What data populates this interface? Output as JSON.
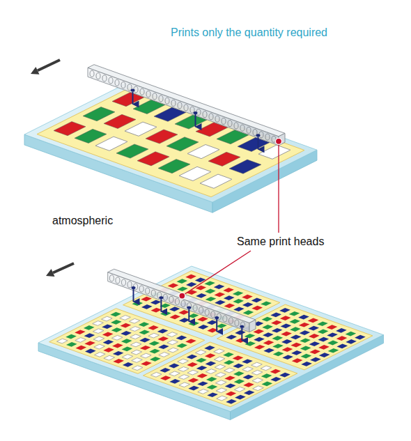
{
  "diagram": {
    "title": "Prints only the quantity required",
    "labels": [
      "atmospheric",
      "Same print heads"
    ]
  }
}
